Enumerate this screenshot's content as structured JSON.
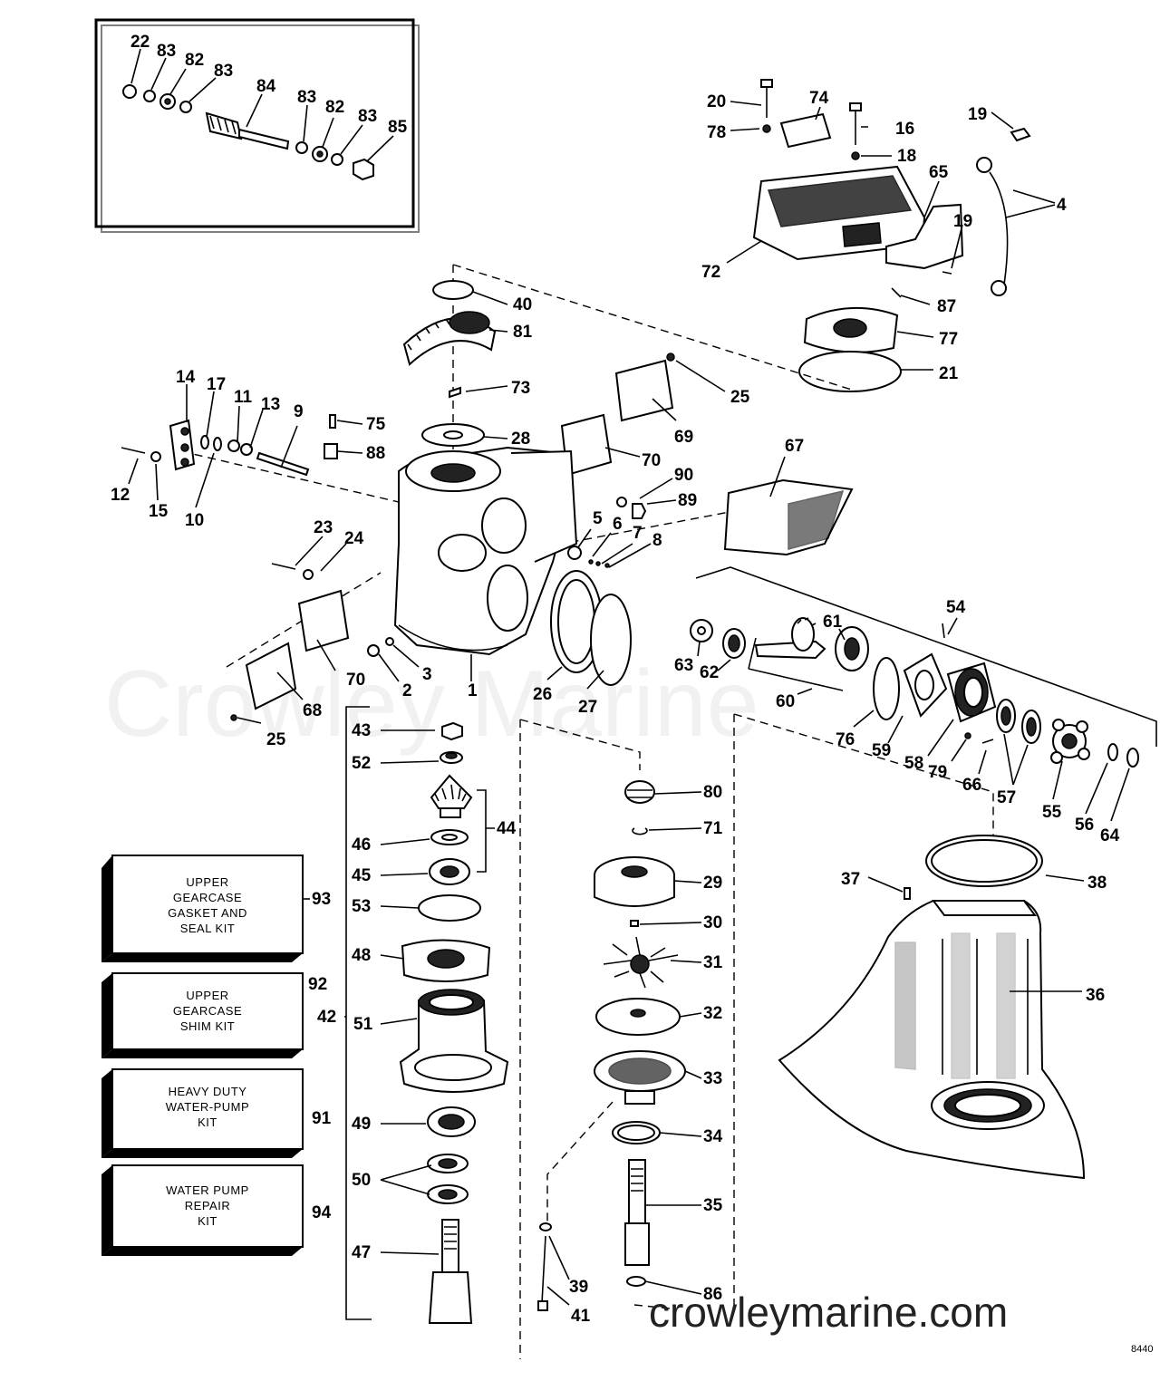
{
  "watermark": "Crowley Marine",
  "website": "crowleymarine.com",
  "diagram_code": "8440",
  "kits": [
    {
      "number": "93",
      "lines": [
        "UPPER",
        "GEARCASE",
        "GASKET AND",
        "SEAL KIT"
      ]
    },
    {
      "number": "92",
      "lines": [
        "UPPER",
        "GEARCASE",
        "SHIM KIT"
      ]
    },
    {
      "number": "91",
      "lines": [
        "HEAVY DUTY",
        "WATER-PUMP",
        "KIT"
      ]
    },
    {
      "number": "94",
      "lines": [
        "WATER PUMP",
        "REPAIR",
        "KIT"
      ]
    }
  ],
  "callouts": {
    "inset": [
      "22",
      "83",
      "82",
      "83",
      "84",
      "83",
      "82",
      "83",
      "85"
    ],
    "top_right": [
      "20",
      "78",
      "74",
      "16",
      "18",
      "19",
      "65",
      "4",
      "72",
      "19",
      "87",
      "77",
      "21"
    ],
    "upper_middle": [
      "40",
      "81",
      "73",
      "25",
      "28",
      "69",
      "70",
      "14",
      "17",
      "11",
      "13",
      "9",
      "75",
      "88",
      "12",
      "15",
      "10",
      "90",
      "89",
      "67",
      "5",
      "6",
      "7",
      "8",
      "23",
      "24",
      "70",
      "68",
      "25",
      "2",
      "3",
      "1",
      "26",
      "27"
    ],
    "right_assembly": [
      "54",
      "63",
      "62",
      "61",
      "60",
      "76",
      "59",
      "58",
      "79",
      "66",
      "57",
      "55",
      "56",
      "64"
    ],
    "left_column": [
      "43",
      "52",
      "44",
      "46",
      "45",
      "53",
      "48",
      "42",
      "51",
      "49",
      "50",
      "47"
    ],
    "water_pump": [
      "80",
      "71",
      "29",
      "30",
      "31",
      "32",
      "33",
      "34",
      "35",
      "39",
      "41",
      "86"
    ],
    "drive_shaft_housing": [
      "37",
      "38",
      "36"
    ]
  }
}
